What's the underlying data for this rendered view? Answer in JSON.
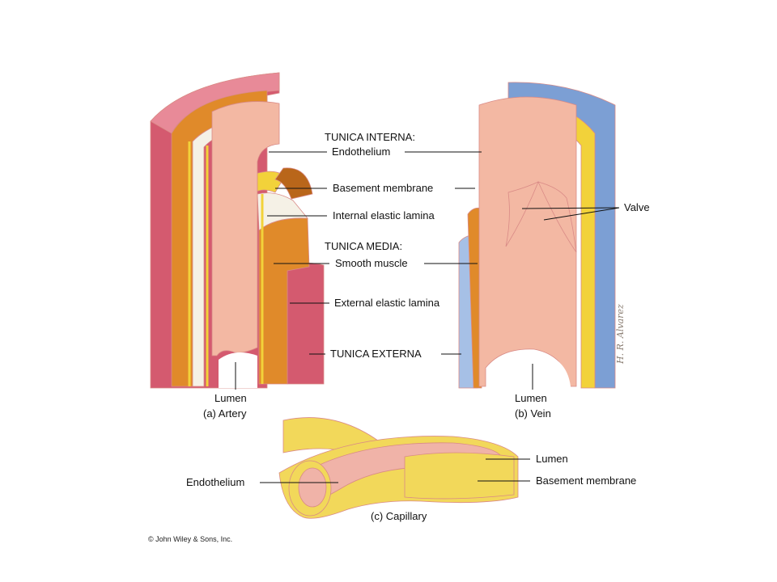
{
  "colors": {
    "adventitia_artery": "#d45a6f",
    "adventitia_artery_light": "#e88a98",
    "muscle": "#e08a2a",
    "muscle_dark": "#b9661a",
    "elastic": "#f2d23a",
    "internal_elastic": "#f5f1e6",
    "endothelium": "#f3b8a3",
    "endothelium_edge": "#d98a86",
    "lumen": "#ffffff",
    "adventitia_vein": "#7c9fd4",
    "adventitia_vein_light": "#a6c0e6",
    "capillary_basement": "#f2d85a",
    "capillary_endothelium": "#f0b3a8"
  },
  "labels": {
    "tunica_interna": "TUNICA INTERNA:",
    "endothelium": "Endothelium",
    "basement_membrane": "Basement membrane",
    "internal_elastic_lamina": "Internal elastic lamina",
    "tunica_media": "TUNICA MEDIA:",
    "smooth_muscle": "Smooth muscle",
    "external_elastic_lamina": "External elastic lamina",
    "tunica_externa": "TUNICA EXTERNA",
    "valve": "Valve",
    "artery_lumen": "Lumen",
    "artery_caption": "(a) Artery",
    "vein_lumen": "Lumen",
    "vein_caption": "(b) Vein",
    "capillary_lumen": "Lumen",
    "capillary_endothelium": "Endothelium",
    "capillary_basement": "Basement membrane",
    "capillary_caption": "(c) Capillary",
    "copyright": "© John Wiley & Sons, Inc.",
    "signature": "H. R. Alvarez"
  }
}
